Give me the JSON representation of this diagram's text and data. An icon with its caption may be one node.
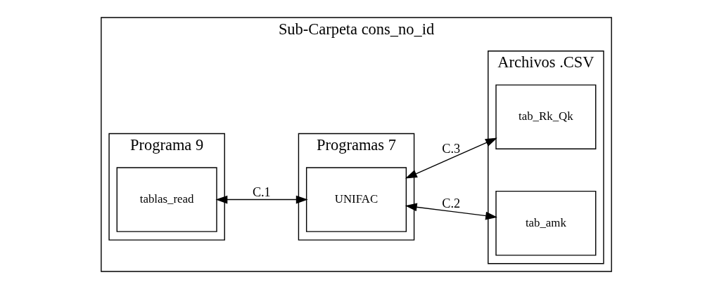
{
  "diagram": {
    "nodes": [
      {
        "text": [
          "Sub-Carpeta cons_no_id"
        ]
      },
      {
        "text": [
          "Programa 9"
        ],
        "in": 0
      },
      {
        "text": [
          "Programas 7"
        ],
        "in": 0
      },
      {
        "text": [
          "Archivos .CSV"
        ],
        "in": 0
      },
      {
        "text": [
          "tablas_read"
        ],
        "in": 1
      },
      {
        "text": [
          "UNIFAC"
        ],
        "in": 2
      },
      {
        "text": [
          "tab_amk"
        ],
        "in": 3
      },
      {
        "text": [
          "tab_Rk_Qk"
        ],
        "in": 3
      }
    ],
    "edges": [
      {
        "from": 4,
        "to": 5,
        "arrow": "both",
        "label": "C.1"
      },
      {
        "from": 5,
        "to": 6,
        "arrow": "both",
        "label": "C.2"
      },
      {
        "from": 5,
        "to": 7,
        "arrow": "both",
        "label": "C.3"
      }
    ]
  }
}
